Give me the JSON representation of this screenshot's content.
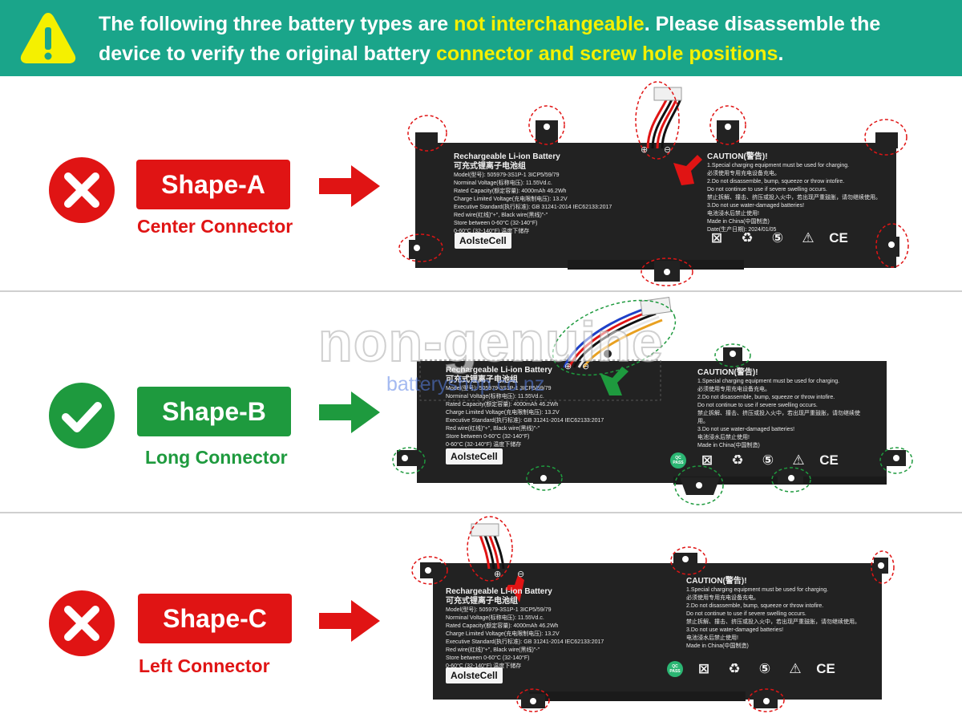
{
  "banner": {
    "part1": "The following three battery types are ",
    "highlight1": "not interchangeable",
    "part2": ". Please disassemble the device to verify the original battery ",
    "highlight2": "connector and screw hole positions",
    "part3": "."
  },
  "rows": [
    {
      "status": "incompatible",
      "shape_label": "Shape-A",
      "sub_label": "Center Connector"
    },
    {
      "status": "compatible",
      "shape_label": "Shape-B",
      "sub_label": "Long Connector"
    },
    {
      "status": "incompatible",
      "shape_label": "Shape-C",
      "sub_label": "Left Connector"
    }
  ],
  "battery": {
    "title_en": "Rechargeable Li-ion Battery",
    "title_cn": "可充式锂离子电池组",
    "model": "Model(型号): 505979-3S1P-1   3ICP5/59/79",
    "voltage": "Norminal Voltage(标称电压): 11.55Vd.c.",
    "capacity": "Rated Capacity(额定容量): 4000mAh 46.2Wh",
    "charge": "Charge Limited Voltage(充电限制电压): 13.2V",
    "standard": "Executive Standard(执行标准): GB 31241-2014   IEC62133:2017",
    "wires": "Red wire(红线)\"+\", Black wire(黑线)\"-\"",
    "store": "Store between 0-60°C (32-140°F)",
    "store2": "0-60°C (32-140°F) 温度下储存",
    "brand": "AolsteCell",
    "caution_title": "CAUTION(警告)!",
    "caution_lines": [
      "1.Special charging equipment must be used for charging.",
      "必须使用专用充电设备充电。",
      "2.Do not disassemble, bump, squeeze or throw intofire.",
      "Do not continue to use if severe swelling occurs.",
      "禁止拆解、撞击、挤压或投入火中，若出现严重鼓胀，请勿继续使用。",
      "3.Do not use water-damaged batteries!",
      "电池浸水后禁止使用!"
    ],
    "made_in": "Made in China(中国制造)",
    "date": "Date(生产日期): 2024/01/05",
    "qc": "QC PASS",
    "plus": "⊕",
    "minus": "⊖",
    "cert_icons": [
      "wheelie-bin-icon",
      "recycle-icon",
      "epup-5-icon",
      "warning-triangle-icon",
      "ce-mark-icon"
    ],
    "cert_ce": "CE"
  },
  "watermark": {
    "main": "non-genuine",
    "sub": "batteryshop.co.nz"
  },
  "colors": {
    "banner_bg": "#1aa58a",
    "banner_highlight": "#f5f000",
    "incompatible": "#e01414",
    "compatible": "#1e9a3e",
    "battery_body": "#222222"
  }
}
